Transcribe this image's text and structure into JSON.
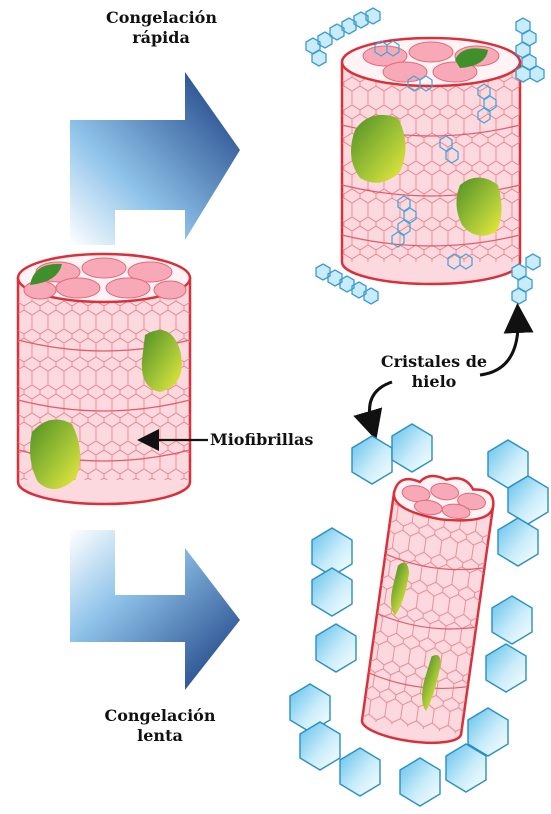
{
  "labels": {
    "fast_line1": "Congelación",
    "fast_line2": "rápida",
    "slow_line1": "Congelación",
    "slow_line2": "lenta",
    "crystals_line1": "Cristales de",
    "crystals_line2": "hielo",
    "myofibrils": "Miofibrillas"
  },
  "icons": {
    "process_arrows": "arrow-right-icon",
    "curved_arrows": "curved-arrow-icon",
    "pointer_arrow": "arrow-left-icon",
    "small_crystals": "ice-crystal-chain-icon",
    "large_crystals": "hexagon-ice-crystal-icon"
  },
  "colors": {
    "fiber_stroke": "#d9303a",
    "fiber_fill": "#fbd6dc",
    "myofibril_fill": "#f7a9b7",
    "nucleus_fill": "#9cc23a",
    "arrow_dark": "#173f86",
    "arrow_light": "#cfe6f7",
    "ice_fill": "#9fd7ef",
    "ice_stroke": "#2a8fc4"
  }
}
